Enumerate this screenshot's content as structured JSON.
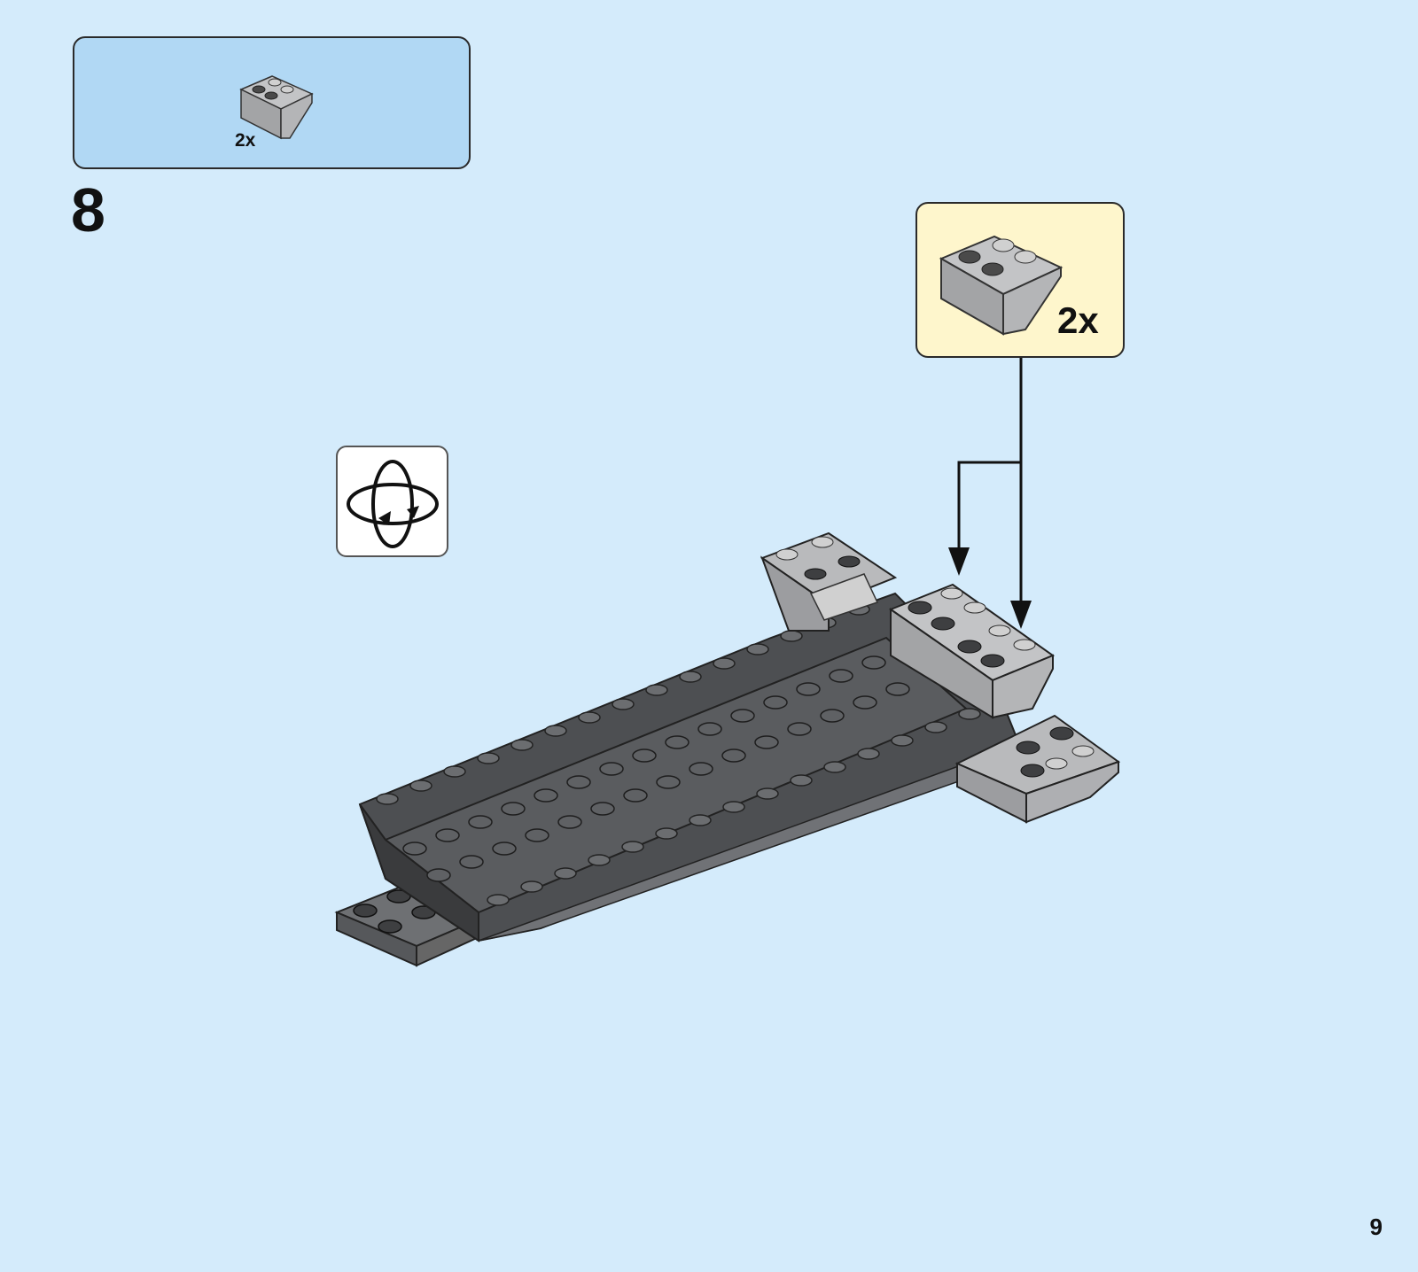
{
  "parts_list": {
    "items": [
      {
        "part_icon": "slope-inverted-brick-icon",
        "quantity": "2x"
      }
    ]
  },
  "step": {
    "number": "8"
  },
  "callout": {
    "part_icon": "slope-inverted-brick-icon",
    "quantity": "2x"
  },
  "rotate_icon": "rotate-model-icon",
  "page": {
    "number": "9"
  },
  "colors": {
    "background": "#d4ebfb",
    "parts_box": "#b1d8f4",
    "callout_box": "#fef6cc",
    "dark_grey": "#4d4f52",
    "light_grey": "#a9aaac"
  }
}
